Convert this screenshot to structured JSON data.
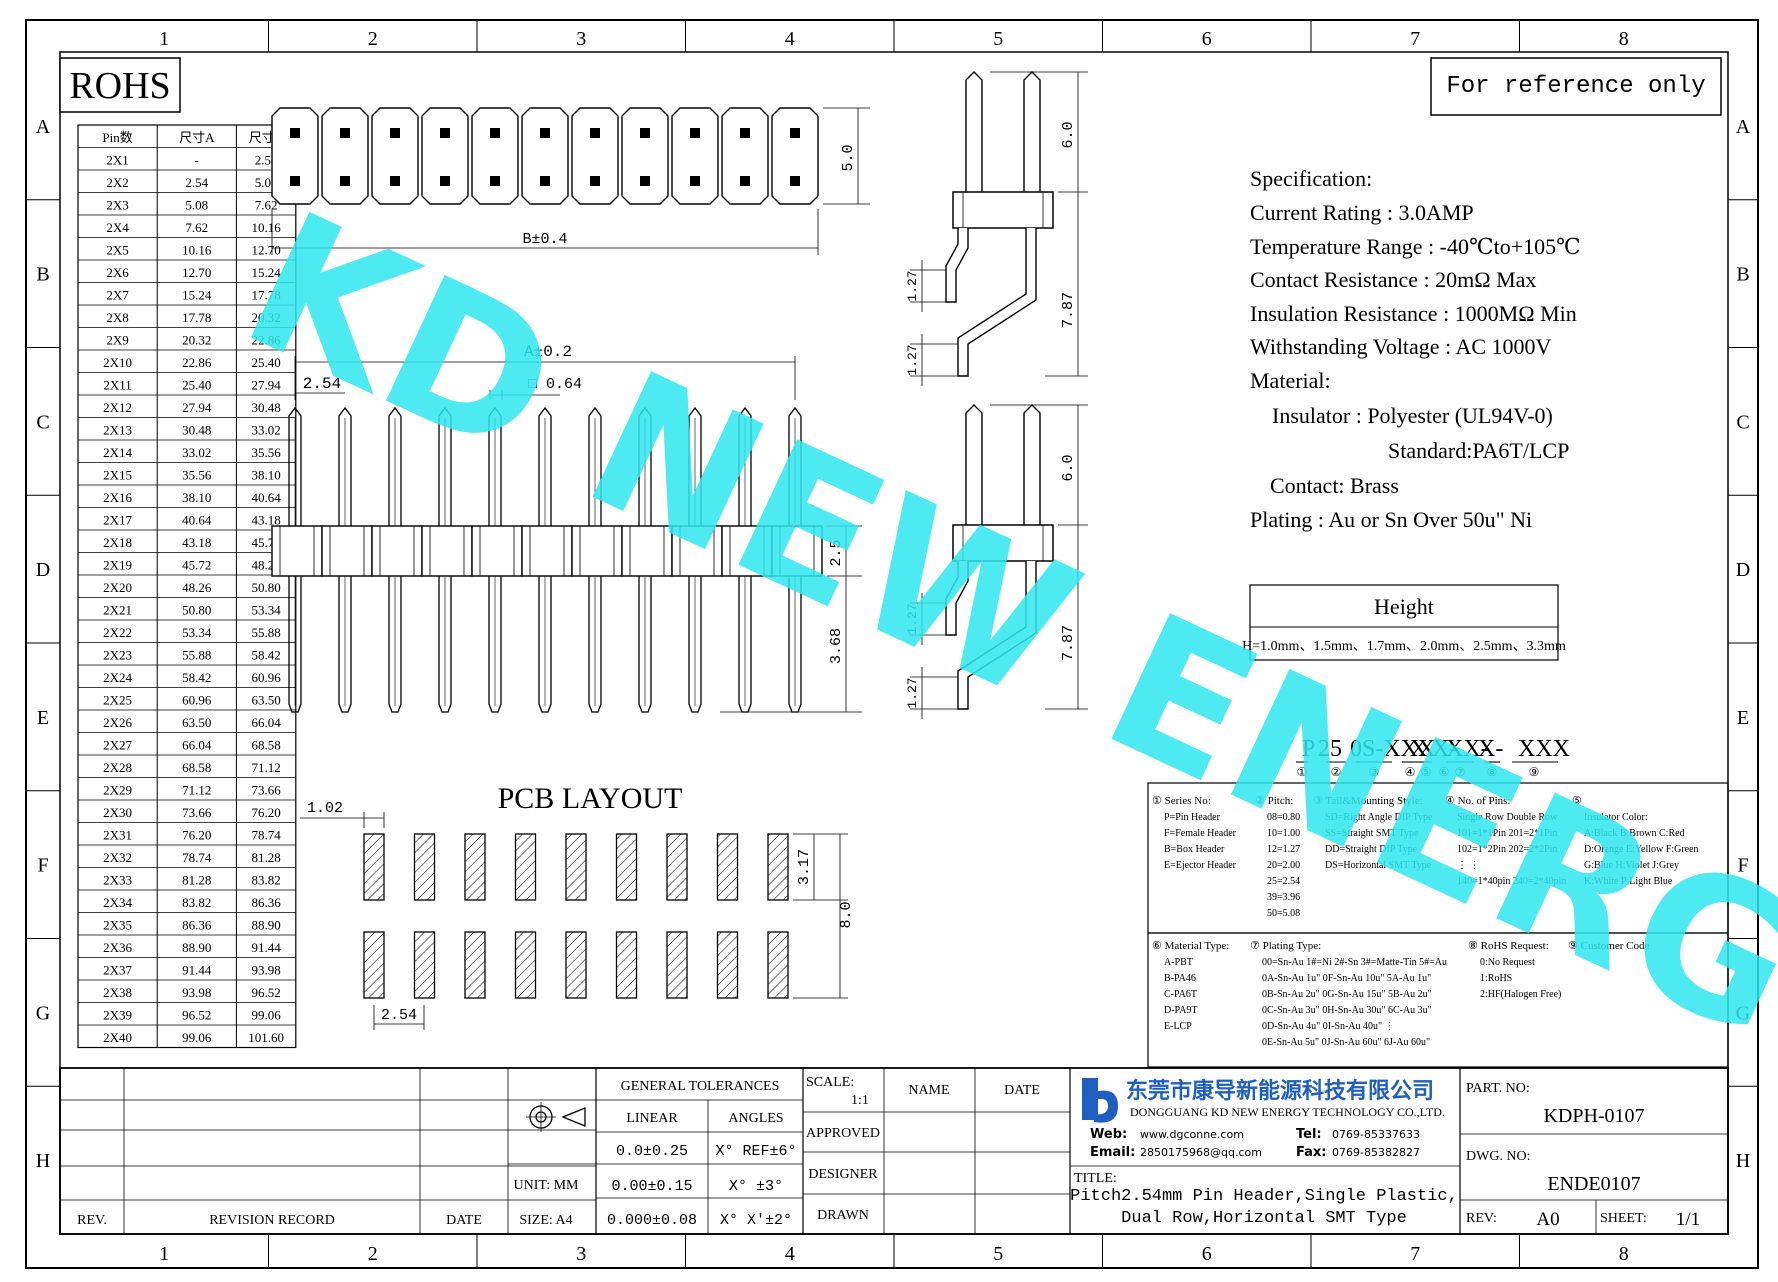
{
  "grid": {
    "columns": [
      "1",
      "2",
      "3",
      "4",
      "5",
      "6",
      "7",
      "8"
    ],
    "rows": [
      "A",
      "B",
      "C",
      "D",
      "E",
      "F",
      "G",
      "H"
    ]
  },
  "rohs_label": "ROHS",
  "reference_note": "For reference only",
  "watermark": "KD NEW ENERGY",
  "size_table": {
    "headers": [
      "Pin数",
      "尺寸A",
      "尺寸B"
    ],
    "rows": [
      [
        "2X1",
        "-",
        "2.54"
      ],
      [
        "2X2",
        "2.54",
        "5.08"
      ],
      [
        "2X3",
        "5.08",
        "7.62"
      ],
      [
        "2X4",
        "7.62",
        "10.16"
      ],
      [
        "2X5",
        "10.16",
        "12.70"
      ],
      [
        "2X6",
        "12.70",
        "15.24"
      ],
      [
        "2X7",
        "15.24",
        "17.78"
      ],
      [
        "2X8",
        "17.78",
        "20.32"
      ],
      [
        "2X9",
        "20.32",
        "22.86"
      ],
      [
        "2X10",
        "22.86",
        "25.40"
      ],
      [
        "2X11",
        "25.40",
        "27.94"
      ],
      [
        "2X12",
        "27.94",
        "30.48"
      ],
      [
        "2X13",
        "30.48",
        "33.02"
      ],
      [
        "2X14",
        "33.02",
        "35.56"
      ],
      [
        "2X15",
        "35.56",
        "38.10"
      ],
      [
        "2X16",
        "38.10",
        "40.64"
      ],
      [
        "2X17",
        "40.64",
        "43.18"
      ],
      [
        "2X18",
        "43.18",
        "45.72"
      ],
      [
        "2X19",
        "45.72",
        "48.26"
      ],
      [
        "2X20",
        "48.26",
        "50.80"
      ],
      [
        "2X21",
        "50.80",
        "53.34"
      ],
      [
        "2X22",
        "53.34",
        "55.88"
      ],
      [
        "2X23",
        "55.88",
        "58.42"
      ],
      [
        "2X24",
        "58.42",
        "60.96"
      ],
      [
        "2X25",
        "60.96",
        "63.50"
      ],
      [
        "2X26",
        "63.50",
        "66.04"
      ],
      [
        "2X27",
        "66.04",
        "68.58"
      ],
      [
        "2X28",
        "68.58",
        "71.12"
      ],
      [
        "2X29",
        "71.12",
        "73.66"
      ],
      [
        "2X30",
        "73.66",
        "76.20"
      ],
      [
        "2X31",
        "76.20",
        "78.74"
      ],
      [
        "2X32",
        "78.74",
        "81.28"
      ],
      [
        "2X33",
        "81.28",
        "83.82"
      ],
      [
        "2X34",
        "83.82",
        "86.36"
      ],
      [
        "2X35",
        "86.36",
        "88.90"
      ],
      [
        "2X36",
        "88.90",
        "91.44"
      ],
      [
        "2X37",
        "91.44",
        "93.98"
      ],
      [
        "2X38",
        "93.98",
        "96.52"
      ],
      [
        "2X39",
        "96.52",
        "99.06"
      ],
      [
        "2X40",
        "99.06",
        "101.60"
      ]
    ]
  },
  "dims": {
    "top_height": "5.0",
    "b_width": "B±0.4",
    "a_width": "A±0.2",
    "pitch": "2.54",
    "pin_square": "□ 0.64",
    "plastic_h": "2.5",
    "tail": "3.68",
    "side_top": "6.0",
    "side_tail": "7.87",
    "side_bend": "1.27",
    "pcb_pad_w": "1.02",
    "pcb_pad_h": "3.17",
    "pcb_total": "8.0",
    "pcb_pitch": "2.54"
  },
  "pcb_title": "PCB LAYOUT",
  "spec": {
    "lines": [
      "Specification:",
      "Current Rating : 3.0AMP",
      "Temperature Range : -40℃to+105℃",
      "Contact Resistance : 20mΩ Max",
      "Insulation Resistance : 1000MΩ Min",
      "Withstanding Voltage : AC 1000V",
      "Material:",
      "Insulator : Polyester (UL94V-0)",
      "Standard:PA6T/LCP",
      "Contact: Brass",
      "Plating : Au or Sn Over 50u\" Ni"
    ]
  },
  "height_box": {
    "title": "Height",
    "values": "H=1.0mm、1.5mm、1.7mm、2.0mm、2.5mm、3.3mm"
  },
  "part_code": {
    "segments": [
      "P",
      "25",
      "0S-XXX",
      "X",
      "X-",
      "XX-",
      "X-",
      "XXX"
    ],
    "markers": [
      "①",
      "②",
      "③",
      "④",
      "⑤",
      "⑥",
      "⑦",
      "⑧",
      "⑨"
    ]
  },
  "legend_top": {
    "series": {
      "title": "① Series No:",
      "items": [
        "P=Pin Header",
        "F=Female Header",
        "B=Box Header",
        "E=Ejector Header"
      ]
    },
    "pitch": {
      "title": "② Pitch:",
      "items": [
        "08=0.80",
        "10=1.00",
        "12=1.27",
        "20=2.00",
        "25=2.54",
        "39=3.96",
        "50=5.08"
      ]
    },
    "tail": {
      "title": "③ Tail&Mounting Style:",
      "items": [
        "SD=Right Angle DIP Type",
        "SS=Straight SMT Type",
        "DD=Straight DIP Type",
        "DS=Horizontal SMT Type"
      ]
    },
    "pins": {
      "title": "④ No. of Pins:",
      "items": [
        "Single Row   Double Row",
        "101=1*1Pin   201=2*1Pin",
        "102=1*2Pin   202=2*2Pin",
        "⋮                ⋮",
        "140=1*40pin  240=2*40pin"
      ]
    },
    "color": {
      "title": "⑤",
      "items": [
        "Insulator Color:",
        "A:Black  B:Brown  C:Red",
        "D:Orange E:Yellow F:Green",
        "G:Blue   H:Violet J:Grey",
        "K:White  P:Light Blue"
      ]
    }
  },
  "legend_bottom": {
    "material": {
      "title": "⑥ Material Type:",
      "items": [
        "A-PBT",
        "B-PA46",
        "C-PA6T",
        "D-PA9T",
        "E-LCP"
      ]
    },
    "plating": {
      "title": "⑦ Plating Type:",
      "items": [
        "00=Sn-Au 1#=Ni 2#-Sn 3#=Matte-Tin 5#=Au",
        "0A-Sn-Au 1u\" 0F-Sn-Au 10u\"  5A-Au 1u\"",
        "0B-Sn-Au 2u\" 0G-Sn-Au 15u\"  5B-Au 2u\"",
        "0C-Sn-Au 3u\" 0H-Sn-Au 30u\"  6C-Au 3u\"",
        "0D-Sn-Au 4u\" 0I-Sn-Au 40u\"     ⋮",
        "0E-Sn-Au 5u\" 0J-Sn-Au 60u\"  6J-Au 60u\""
      ]
    },
    "rohs": {
      "title": "⑧ RoHS Request:",
      "items": [
        "0:No Request",
        "1:RoHS",
        "2:HF(Halogen Free)"
      ]
    },
    "customer": {
      "title": "⑨ Customer Code",
      "items": []
    }
  },
  "title_block": {
    "rev_label": "REV.",
    "revision_record": "REVISION RECORD",
    "date_label": "DATE",
    "general_tol": "GENERAL TOLERANCES",
    "linear": "LINEAR",
    "angles": "ANGLES",
    "tol_rows": [
      [
        "0.0±0.25",
        "X° REF±6°"
      ],
      [
        "0.00±0.15",
        "X° ±3°"
      ],
      [
        "0.000±0.08",
        "X° X'±2°"
      ]
    ],
    "unit": "UNIT: MM",
    "size": "SIZE: A4",
    "scale_label": "SCALE:",
    "scale_value": "1:1",
    "name": "NAME",
    "date": "DATE",
    "approved": "APPROVED",
    "designer": "DESIGNER",
    "drawn": "DRAWN",
    "company_cn": "东莞市康导新能源科技有限公司",
    "company_en": "DONGGUANG KD NEW ENERGY TECHNOLOGY CO.,LTD.",
    "web_label": "Web:",
    "web": "www.dgconne.com",
    "tel_label": "Tel:",
    "tel": "0769-85337633",
    "email_label": "Email:",
    "email": "2850175968@qq.com",
    "fax_label": "Fax:",
    "fax": "0769-85382827",
    "title_label": "TITLE:",
    "title_line1": "Pitch2.54mm Pin Header,Single Plastic,",
    "title_line2": "Dual Row,Horizontal SMT Type",
    "part_no_label": "PART. NO:",
    "part_no": "KDPH-0107",
    "dwg_no_label": "DWG. NO:",
    "dwg_no": "ENDE0107",
    "rev2_label": "REV:",
    "rev_value": "A0",
    "sheet_label": "SHEET:",
    "sheet_value": "1/1"
  },
  "colors": {
    "watermark": "#2fe6ee",
    "logo": "#1f5fbf"
  }
}
